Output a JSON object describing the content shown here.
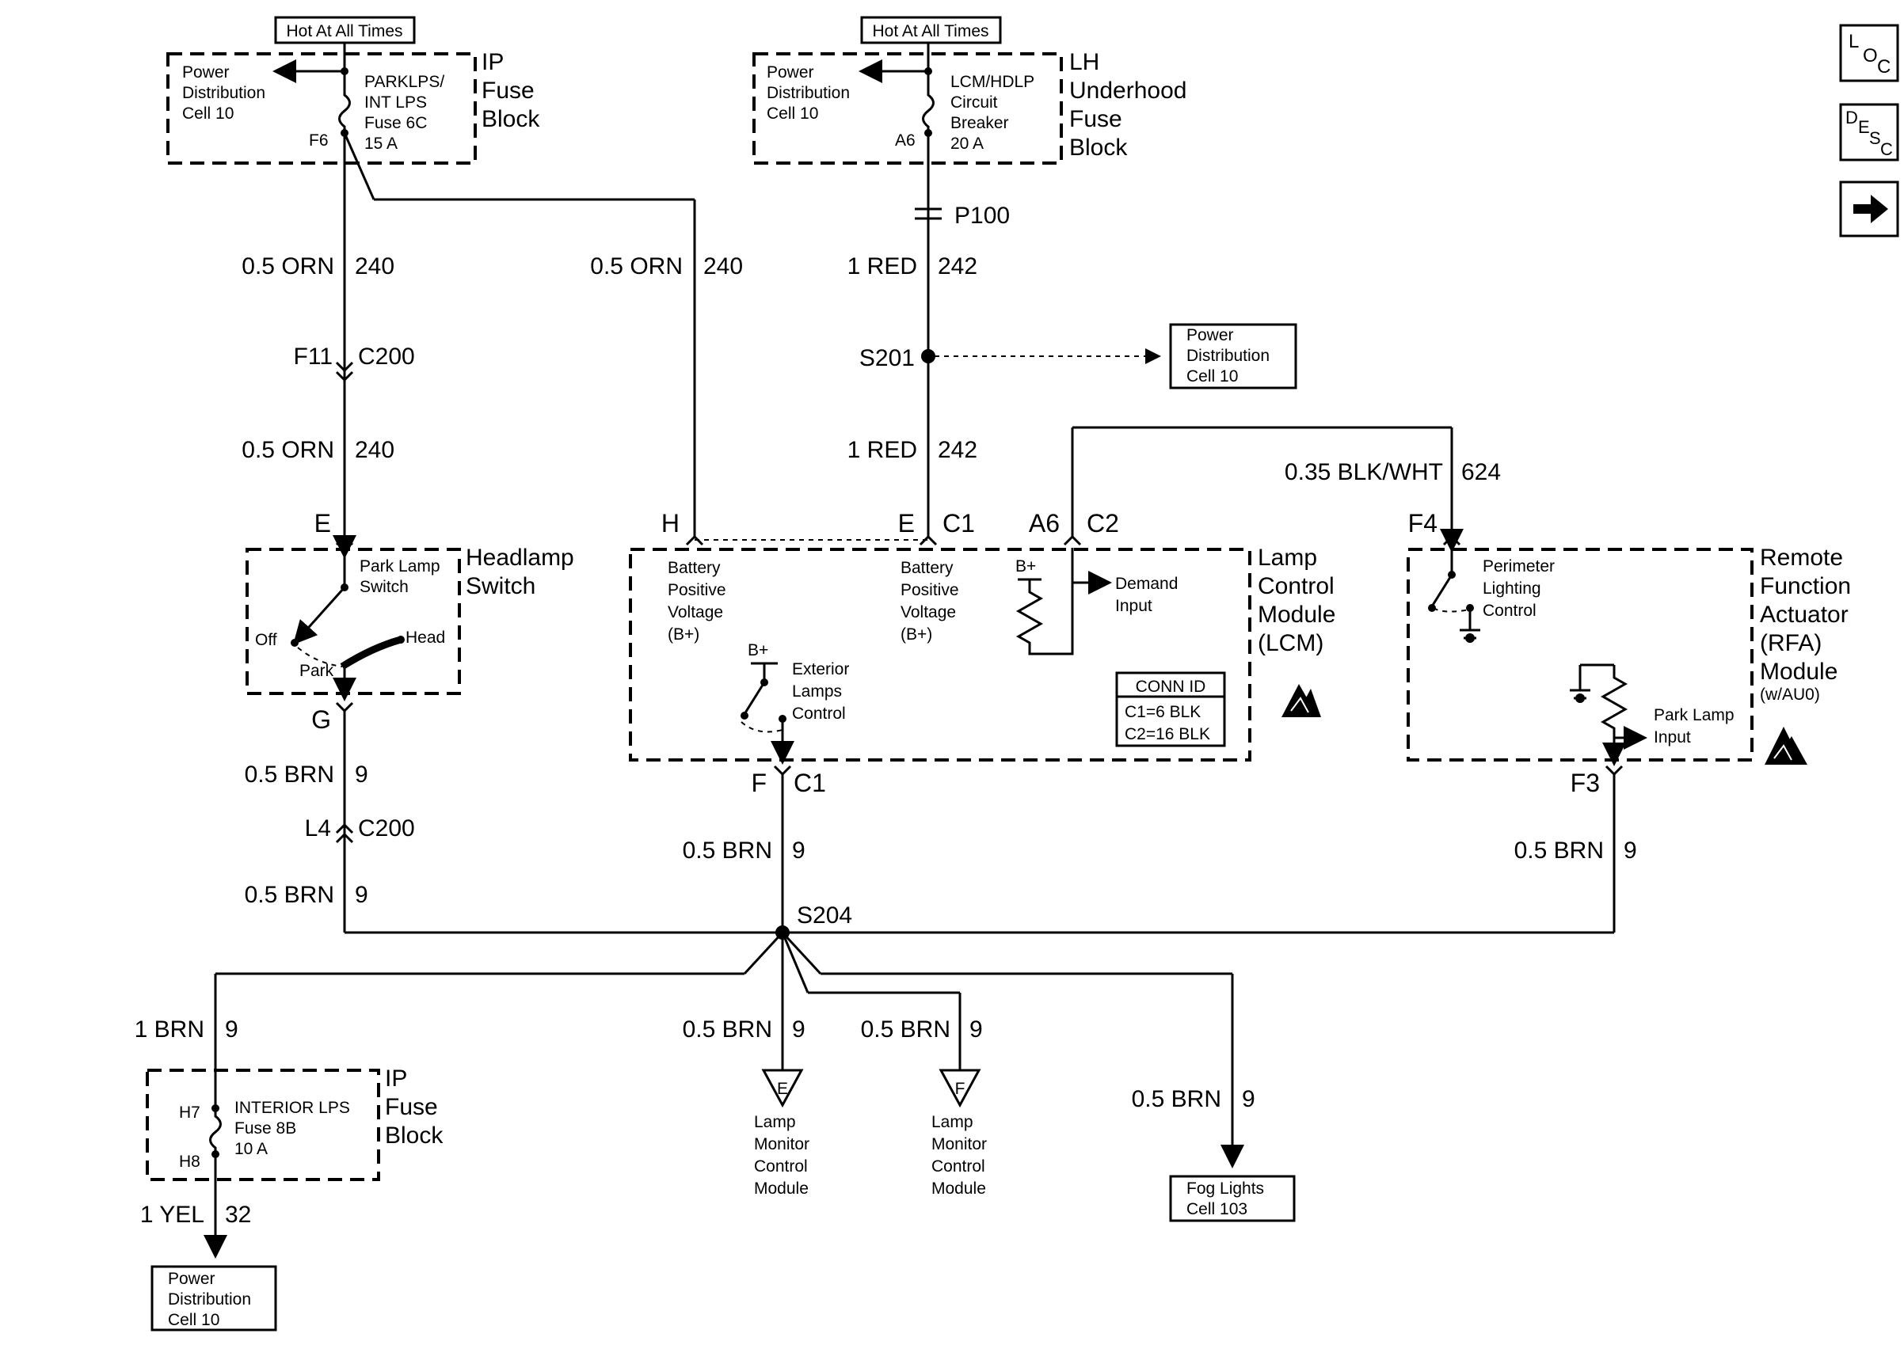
{
  "hot_label": "Hot At All Times",
  "power_dist": [
    "Power",
    "Distribution",
    "Cell 10"
  ],
  "ip_fuse_block": [
    "IP",
    "Fuse",
    "Block"
  ],
  "lh_fuse_block": [
    "LH",
    "Underhood",
    "Fuse",
    "Block"
  ],
  "fuse_parklps": {
    "lines": [
      "PARKLPS/",
      "INT LPS",
      "Fuse 6C",
      "15 A"
    ],
    "pin": "F6"
  },
  "fuse_lcm": {
    "lines": [
      "LCM/HDLP",
      "Circuit",
      "Breaker",
      "20 A"
    ],
    "pin": "A6"
  },
  "fuse_interior": {
    "lines": [
      "INTERIOR LPS",
      "Fuse 8B",
      "10 A"
    ],
    "pin_top": "H7",
    "pin_bottom": "H8"
  },
  "connectors": {
    "p100": "P100",
    "s201": "S201",
    "s204": "S204",
    "f11": "F11",
    "c200": "C200",
    "l4": "L4",
    "c1": "C1",
    "c2": "C2"
  },
  "wires": {
    "orn": "0.5 ORN",
    "orn_num": "240",
    "red": "1 RED",
    "red_num": "242",
    "blkwht": "0.35 BLK/WHT",
    "blkwht_num": "624",
    "brn": "0.5 BRN",
    "brn_num": "9",
    "brn1": "1 BRN",
    "yel": "1 YEL",
    "yel_num": "32"
  },
  "headlamp": {
    "title": [
      "Headlamp",
      "Switch"
    ],
    "switch_label": [
      "Park Lamp",
      "Switch"
    ],
    "off": "Off",
    "park": "Park",
    "head": "Head",
    "pin_e": "E",
    "pin_g": "G"
  },
  "lcm": {
    "title": [
      "Lamp",
      "Control",
      "Module",
      "(LCM)"
    ],
    "bpv": [
      "Battery",
      "Positive",
      "Voltage",
      "(B+)"
    ],
    "bplus": "B+",
    "demand": [
      "Demand",
      "Input"
    ],
    "exterior": [
      "Exterior",
      "Lamps",
      "Control"
    ],
    "conn_id_title": "CONN ID",
    "conn_id": [
      "C1=6 BLK",
      "C2=16 BLK"
    ],
    "pin_h": "H",
    "pin_e": "E",
    "pin_a6": "A6",
    "pin_f": "F"
  },
  "rfa": {
    "title": [
      "Remote",
      "Function",
      "Actuator",
      "(RFA)",
      "Module"
    ],
    "note": "(w/AU0)",
    "perimeter": [
      "Perimeter",
      "Lighting",
      "Control"
    ],
    "park_input": [
      "Park Lamp",
      "Input"
    ],
    "pin_f4": "F4",
    "pin_f3": "F3"
  },
  "lamp_monitor": [
    "Lamp",
    "Monitor",
    "Control",
    "Module"
  ],
  "ground_e": "E",
  "ground_f": "F",
  "fog": [
    "Fog Lights",
    "Cell 103"
  ],
  "nav": {
    "loc_l": "L",
    "loc_oc": [
      "O",
      "C"
    ],
    "desc_d": "D",
    "desc_esc": [
      "E",
      "S",
      "C"
    ]
  }
}
